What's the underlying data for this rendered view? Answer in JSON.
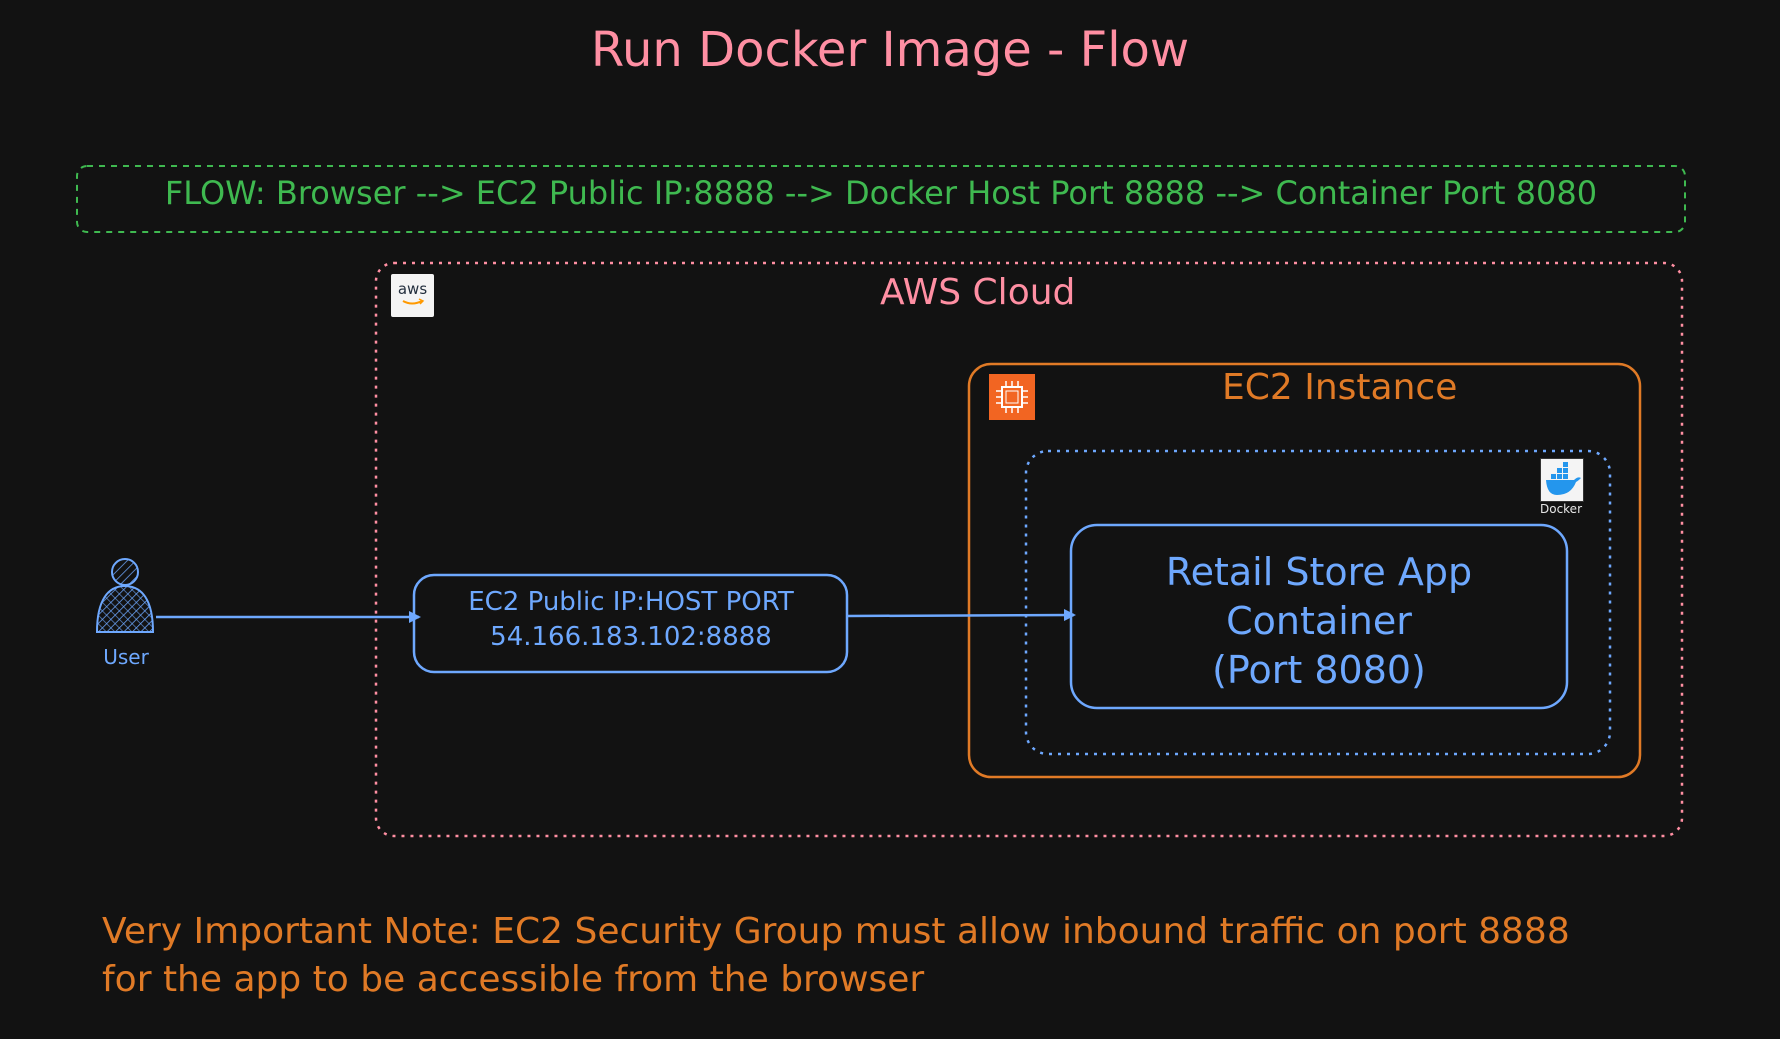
{
  "title": "Run Docker Image - Flow",
  "flow": {
    "text": "FLOW: Browser --> EC2 Public IP:8888 --> Docker Host Port 8888 --> Container Port 8080"
  },
  "aws": {
    "label": "AWS Cloud",
    "icon_text": "aws"
  },
  "ec2": {
    "label": "EC2 Instance"
  },
  "docker": {
    "label": "Docker"
  },
  "public_ip": {
    "line1": "EC2 Public IP:HOST PORT",
    "line2": "54.166.183.102:8888"
  },
  "container": {
    "line1": "Retail Store App",
    "line2": "Container",
    "line3": "(Port 8080)"
  },
  "user": {
    "label": "User"
  },
  "note": {
    "line1": "Very Important Note: EC2 Security Group must allow inbound traffic on port 8888",
    "line2": "for the app to be accessible from the browser"
  },
  "colors": {
    "background": "#121212",
    "title": "#ff8fa3",
    "flow": "#3fb950",
    "aws_boundary": "#ff8fa3",
    "ec2": "#e07a26",
    "docker": "#6ea8fe",
    "note": "#e07a26"
  }
}
